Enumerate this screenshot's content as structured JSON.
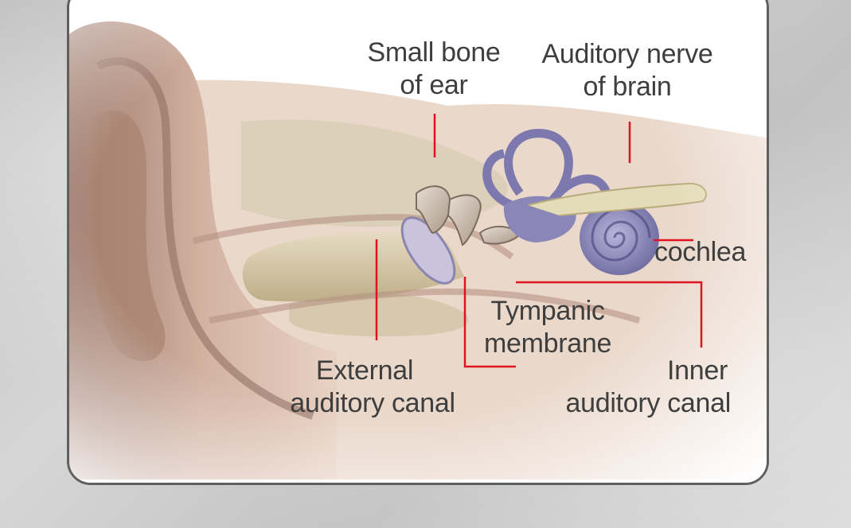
{
  "labels": {
    "small_bone_line1": "Small bone",
    "small_bone_line2": "of ear",
    "auditory_nerve_line1": "Auditory nerve",
    "auditory_nerve_line2": "of brain",
    "cochlea": "cochlea",
    "tympanic_line1": "Tympanic",
    "tympanic_line2": "membrane",
    "external_line1": "External",
    "external_line2": "auditory canal",
    "inner_line1": "Inner",
    "inner_line2": "auditory canal"
  },
  "colors": {
    "leader_line": "#e0141e",
    "label_text": "#3e3e3e",
    "card_border": "#5f5f5f",
    "skin": "#d8b8a8",
    "inner_ear": "#8a86b8"
  }
}
